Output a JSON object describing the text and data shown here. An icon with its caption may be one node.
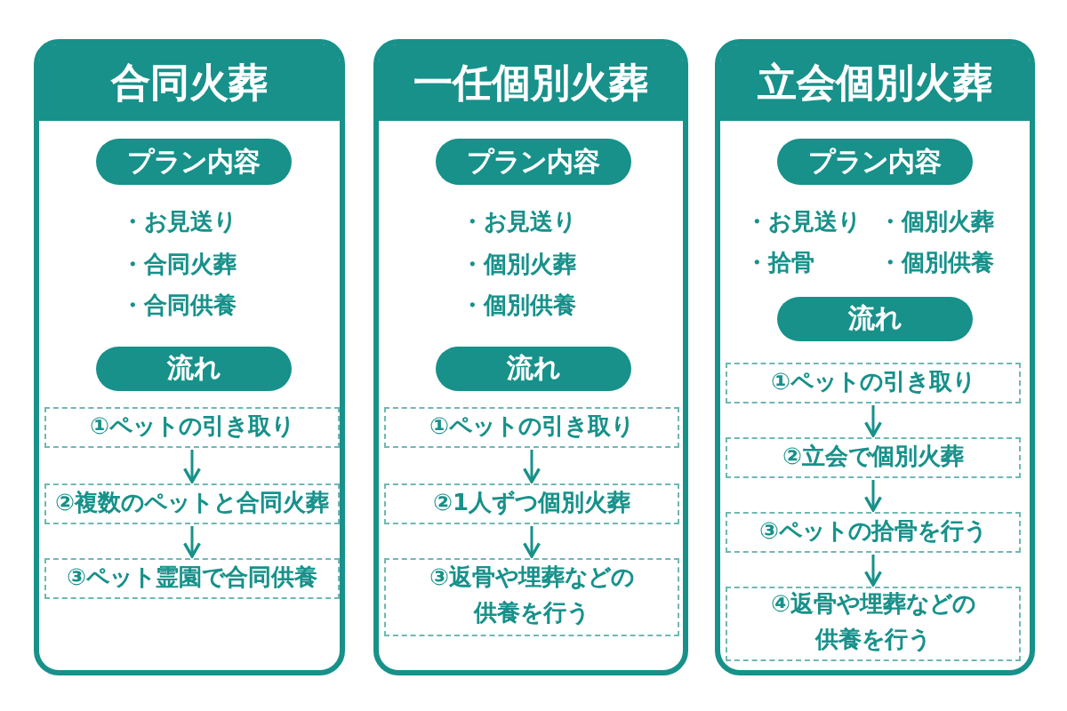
{
  "diagram": {
    "nodes": [
      {
        "text": [
          "合同火葬"
        ]
      },
      {
        "text": [
          "プラン内容"
        ],
        "in": 0
      },
      {
        "text": [
          "流れ"
        ],
        "in": 0
      },
      {
        "text": [
          "①ペットの引き取り"
        ],
        "in": 0
      },
      {
        "text": [
          "②複数のペットと合同火葬"
        ],
        "in": 0
      },
      {
        "text": [
          "③ペット霊園で合同供養"
        ],
        "in": 0
      },
      {
        "text": [
          "一任個別火葬"
        ]
      },
      {
        "text": [
          "プラン内容"
        ],
        "in": 6
      },
      {
        "text": [
          "流れ"
        ],
        "in": 6
      },
      {
        "text": [
          "①ペットの引き取り"
        ],
        "in": 6
      },
      {
        "text": [
          "②1人ずつ個別火葬"
        ],
        "in": 6
      },
      {
        "text": [
          "③返骨や埋葬などの供養を行う"
        ],
        "in": 6
      },
      {
        "text": [
          "立会個別火葬"
        ]
      },
      {
        "text": [
          "プラン内容"
        ],
        "in": 12
      },
      {
        "text": [
          "流れ"
        ],
        "in": 12
      },
      {
        "text": [
          "①ペットの引き取り"
        ],
        "in": 12
      },
      {
        "text": [
          "②立会で個別火葬"
        ],
        "in": 12
      },
      {
        "text": [
          "③ペットの拾骨を行う"
        ],
        "in": 12
      },
      {
        "text": [
          "④返骨や埋葬などの供養を行う"
        ],
        "in": 12
      }
    ],
    "edges": [
      {
        "from": 3,
        "to": 4,
        "arrow": "to"
      },
      {
        "from": 4,
        "to": 5,
        "arrow": "to"
      },
      {
        "from": 9,
        "to": 10,
        "arrow": "to"
      },
      {
        "from": 10,
        "to": 11,
        "arrow": "to"
      },
      {
        "from": 15,
        "to": 16,
        "arrow": "to"
      },
      {
        "from": 16,
        "to": 17,
        "arrow": "to"
      },
      {
        "from": 17,
        "to": 18,
        "arrow": "to"
      }
    ],
    "labels": [
      "・お見送り",
      "・合同火葬",
      "・合同供養",
      "・お見送り",
      "・個別火葬",
      "・個別供養",
      "・お見送り",
      "・個別火葬",
      "・拾骨",
      "・個別供養"
    ]
  }
}
